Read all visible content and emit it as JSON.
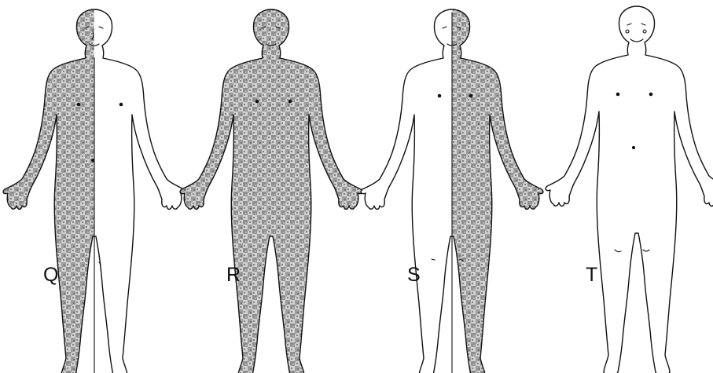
{
  "figures": [
    {
      "id": "Q",
      "label": "Q",
      "shading": "left-half"
    },
    {
      "id": "R",
      "label": "R",
      "shading": "full"
    },
    {
      "id": "S",
      "label": "S",
      "shading": "right-half"
    },
    {
      "id": "T",
      "label": "T",
      "shading": "none"
    }
  ],
  "colors": {
    "ink": "#111111",
    "paper": "#ffffff",
    "stipple_dark": "#5a5a5a",
    "stipple_light": "#b8b8b8"
  }
}
